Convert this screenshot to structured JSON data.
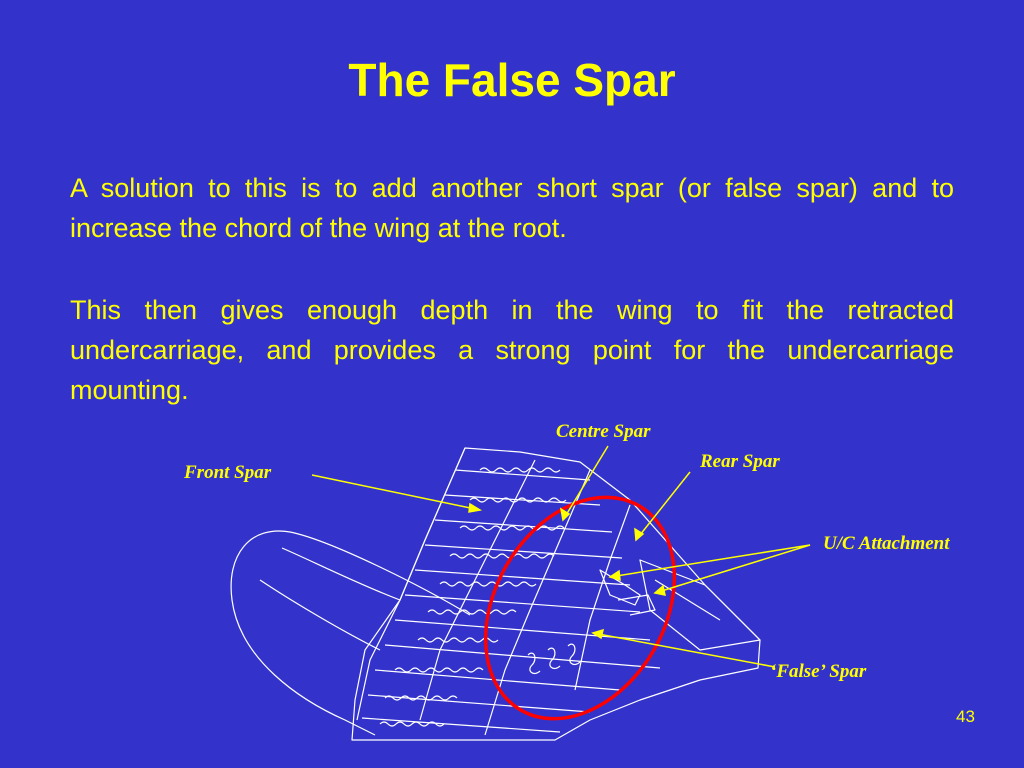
{
  "slide": {
    "title": "The False Spar",
    "paragraphs": [
      "A solution to this is to add another short spar (or false spar) and to increase the chord of the wing at the root.",
      "This then gives enough depth in the wing to fit the retracted undercarriage, and provides a strong point for the undercarriage mounting."
    ],
    "page_number": "43"
  },
  "diagram": {
    "labels": {
      "centre_spar": "Centre Spar",
      "rear_spar": "Rear Spar",
      "front_spar": "Front Spar",
      "uc_attachment": "U/C Attachment",
      "false_spar": "‘False’ Spar"
    },
    "colors": {
      "background": "#3333cc",
      "text": "#ffff00",
      "line_art": "#ffffff",
      "highlight_ellipse": "#ff0000",
      "leader_lines": "#ffff00"
    }
  }
}
